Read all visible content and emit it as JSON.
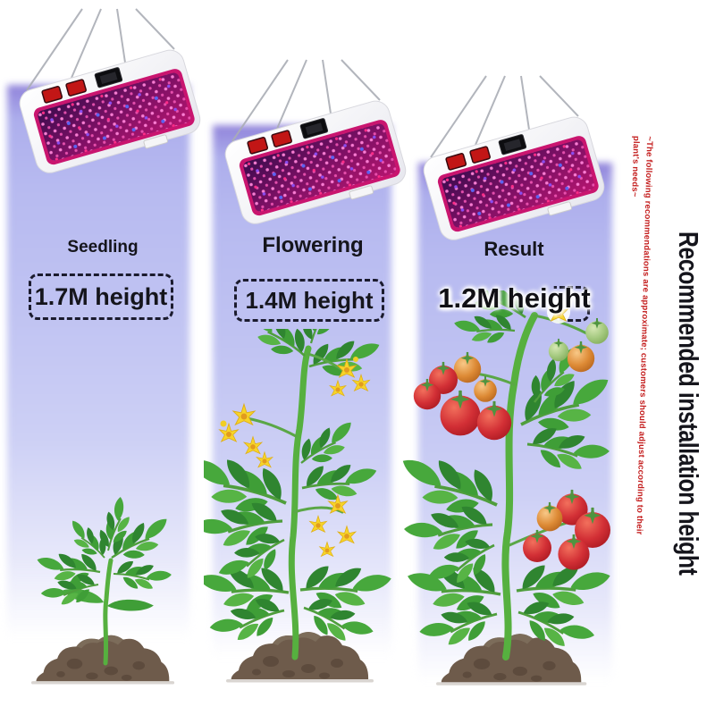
{
  "stages": [
    {
      "stage_label": "Seedling",
      "height_label": "1.7M height"
    },
    {
      "stage_label": "Flowering",
      "height_label": "1.4M height"
    },
    {
      "stage_label": "Result",
      "height_label": "1.2M height"
    }
  ],
  "side_panel": {
    "title": "Recommended installation height",
    "disclaimer": "~The following recommendations are approximate; customers should adjust according to their plant's needs~"
  },
  "colors": {
    "disclaimer_red": "#c41e1e",
    "label_black": "#15151c",
    "beam_top": "#9083da",
    "beam_mid": "#c0c3f2",
    "led_face_magenta": "#b5156f",
    "led_dot_pink": "#ff82d8",
    "led_dot_blue": "#5b63f2",
    "lamp_switch_red": "#c21616",
    "flower_yellow": "#f6d42a",
    "tomato_red": "#d22f35",
    "tomato_orange": "#dd8a35",
    "tomato_green": "#a3c87e",
    "leaf_green": "#3f9e37",
    "soil_brown": "#6e5b4b"
  }
}
